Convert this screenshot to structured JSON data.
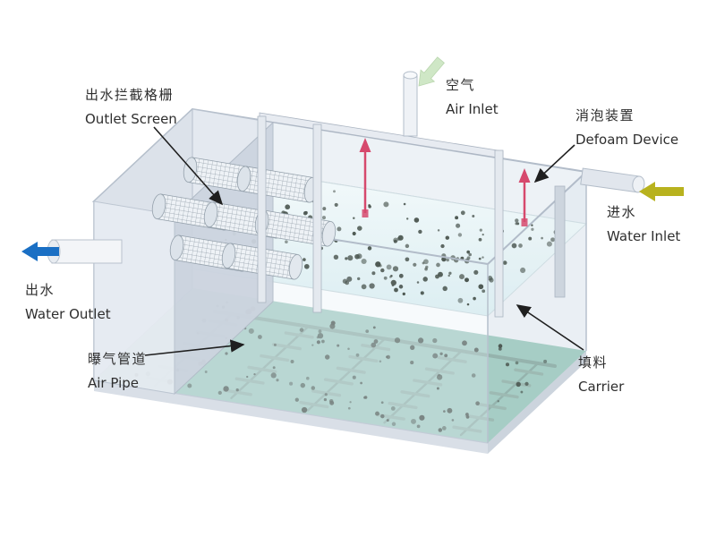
{
  "diagram": {
    "labels": {
      "outlet_screen": {
        "zh": "出水拦截格栅",
        "en": "Outlet Screen"
      },
      "air_inlet": {
        "zh": "空气",
        "en": "Air Inlet"
      },
      "defoam_device": {
        "zh": "消泡装置",
        "en": "Defoam Device"
      },
      "water_inlet": {
        "zh": "进水",
        "en": "Water Inlet"
      },
      "water_outlet": {
        "zh": "出水",
        "en": "Water Outlet"
      },
      "air_pipe": {
        "zh": "曝气管道",
        "en": "Air Pipe"
      },
      "carrier": {
        "zh": "填料",
        "en": "Carrier"
      }
    },
    "colors": {
      "water_surface": "#e8f3f6",
      "tank_floor": "#a6cdc5",
      "tank_wall": "#dde3eb",
      "water_outlet_arrow": "#1a6fc4",
      "water_inlet_arrow": "#b8b21e",
      "air_inlet_arrow": "#cfe7c6",
      "defoam_arrow": "#d6496d",
      "carrier_dot": "#4d5852",
      "leader_arrow": "#1f1f1f"
    },
    "carrier_dots": {
      "water_count": 165,
      "floor_count": 110
    }
  }
}
